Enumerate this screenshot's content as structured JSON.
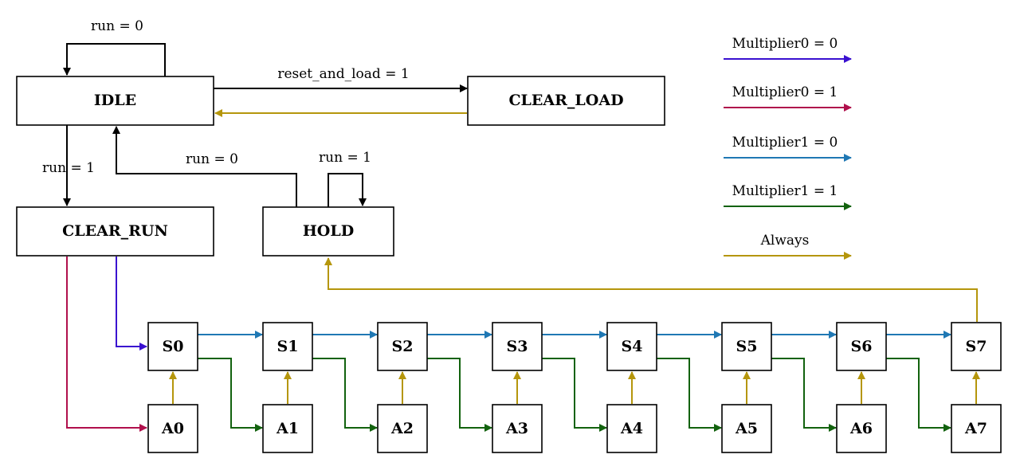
{
  "colors": {
    "black": "#000000",
    "m0_zero": "#3a10d0",
    "m0_one": "#b0104c",
    "m1_zero": "#1f78b4",
    "m1_one": "#12620e",
    "always": "#b5960c"
  },
  "states": {
    "idle": "IDLE",
    "clear_load": "CLEAR_LOAD",
    "clear_run": "CLEAR_RUN",
    "hold": "HOLD",
    "s0": "S0",
    "s1": "S1",
    "s2": "S2",
    "s3": "S3",
    "s4": "S4",
    "s5": "S5",
    "s6": "S6",
    "s7": "S7",
    "a0": "A0",
    "a1": "A1",
    "a2": "A2",
    "a3": "A3",
    "a4": "A4",
    "a5": "A5",
    "a6": "A6",
    "a7": "A7"
  },
  "edge_labels": {
    "idle_self": "run = 0",
    "idle_to_clear_load": "reset_and_load = 1",
    "idle_to_clear_run": "run = 1",
    "hold_to_idle": "run = 0",
    "hold_self": "run = 1"
  },
  "legend": [
    {
      "label": "Multiplier0 = 0",
      "color_key": "m0_zero"
    },
    {
      "label": "Multiplier0 = 1",
      "color_key": "m0_one"
    },
    {
      "label": "Multiplier1 = 0",
      "color_key": "m1_zero"
    },
    {
      "label": "Multiplier1 = 1",
      "color_key": "m1_one"
    },
    {
      "label": "Always",
      "color_key": "always"
    }
  ]
}
